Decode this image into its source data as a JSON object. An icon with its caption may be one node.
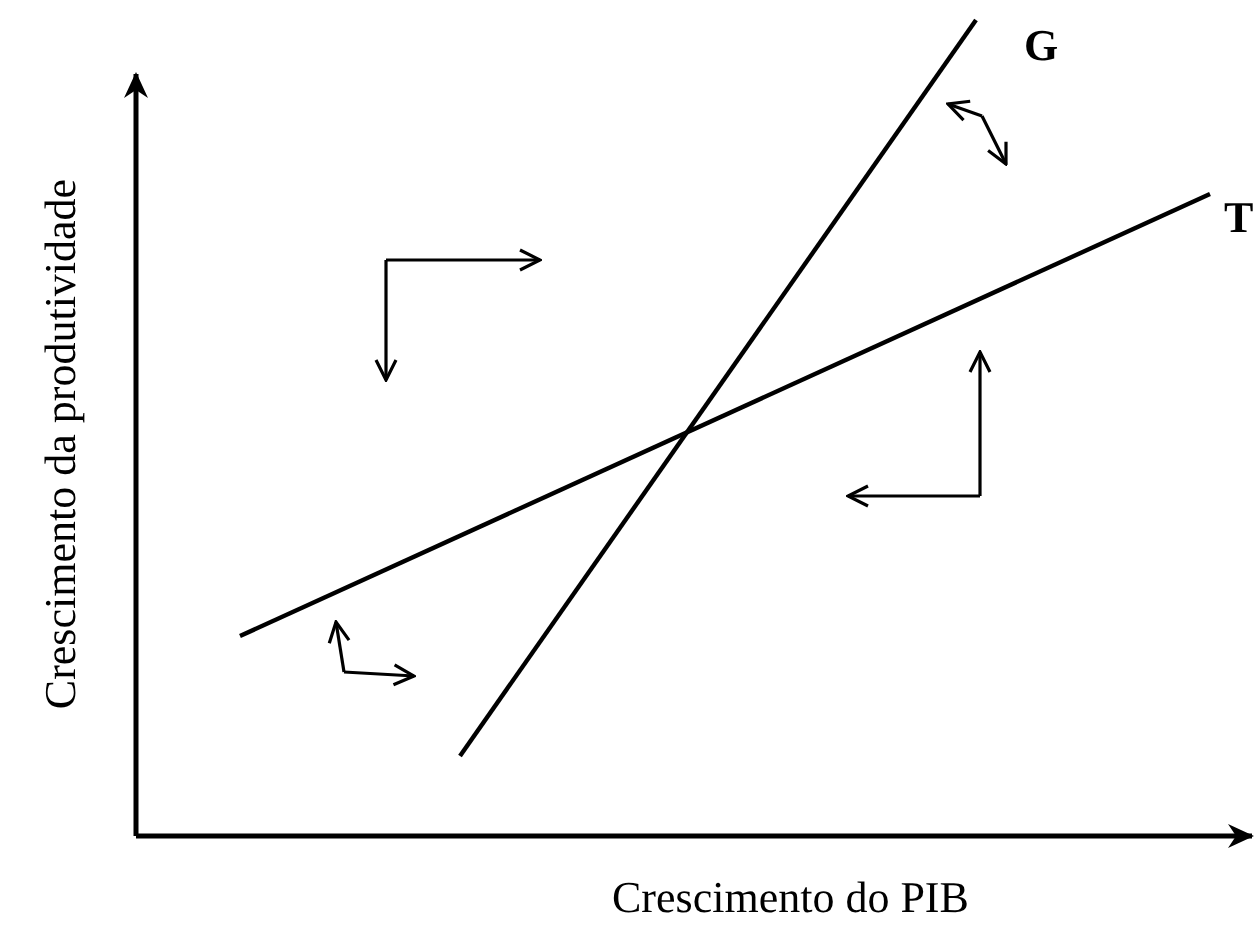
{
  "diagram": {
    "labels": [
      "G",
      "T",
      "Crescimento da produtividade",
      "Crescimento do PIB"
    ]
  }
}
